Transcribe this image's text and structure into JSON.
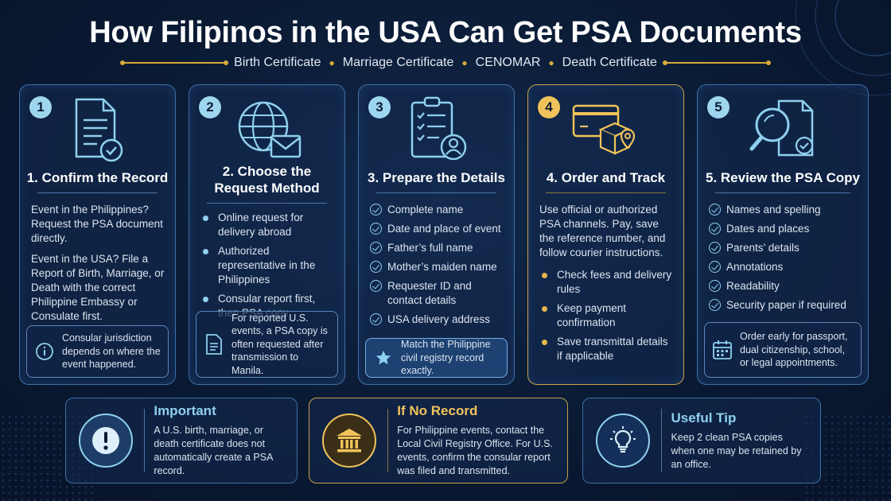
{
  "title": "How Filipinos in the USA Can Get PSA Documents",
  "subtitle": [
    "Birth Certificate",
    "Marriage Certificate",
    "CENOMAR",
    "Death Certificate"
  ],
  "steps": [
    {
      "number": "1",
      "title": "1. Confirm the Record",
      "paragraphs": [
        "Event in the Philippines? Request the PSA document directly.",
        "Event in the USA? File a Report of Birth, Marriage, or Death with the correct Philippine Embassy or Consulate first."
      ],
      "note": "Consular jurisdiction depends on where the event happened."
    },
    {
      "number": "2",
      "title_line1": "2. Choose the",
      "title_line2": "Request Method",
      "items": [
        "Online request for delivery abroad",
        "Authorized representative in the Philippines",
        "Consular report first, then PSA copy"
      ],
      "note": "For reported U.S. events, a PSA copy is often requested after transmission to Manila."
    },
    {
      "number": "3",
      "title": "3. Prepare the Details",
      "items": [
        "Complete name",
        "Date and place of event",
        "Father’s full name",
        "Mother’s maiden name",
        "Requester ID and contact details",
        "USA delivery address"
      ],
      "note": "Match the Philippine civil registry record exactly."
    },
    {
      "number": "4",
      "title": "4. Order and Track",
      "paragraph": "Use official or authorized PSA channels. Pay, save the reference number, and follow courier instructions.",
      "items": [
        "Check fees and delivery rules",
        "Keep payment confirmation",
        "Save transmittal details if applicable"
      ]
    },
    {
      "number": "5",
      "title": "5. Review the PSA Copy",
      "items": [
        "Names and spelling",
        "Dates and places",
        "Parents’ details",
        "Annotations",
        "Readability",
        "Security paper if required"
      ],
      "note": "Order early for passport, dual citizenship, school, or legal appointments."
    }
  ],
  "bottom": [
    {
      "title": "Important",
      "text": "A U.S. birth, marriage, or death certificate does not automatically create a PSA record."
    },
    {
      "title": "If No Record",
      "text": "For Philippine events, contact the Local Civil Registry Office. For U.S. events, confirm the consular report was filed and transmitted."
    },
    {
      "title": "Useful Tip",
      "text": "Keep 2 clean PSA copies when one may be retained by an office."
    }
  ],
  "colors": {
    "accent_blue": "#8fd0ee",
    "accent_gold": "#f0c35a",
    "background": "#0a1a33"
  }
}
